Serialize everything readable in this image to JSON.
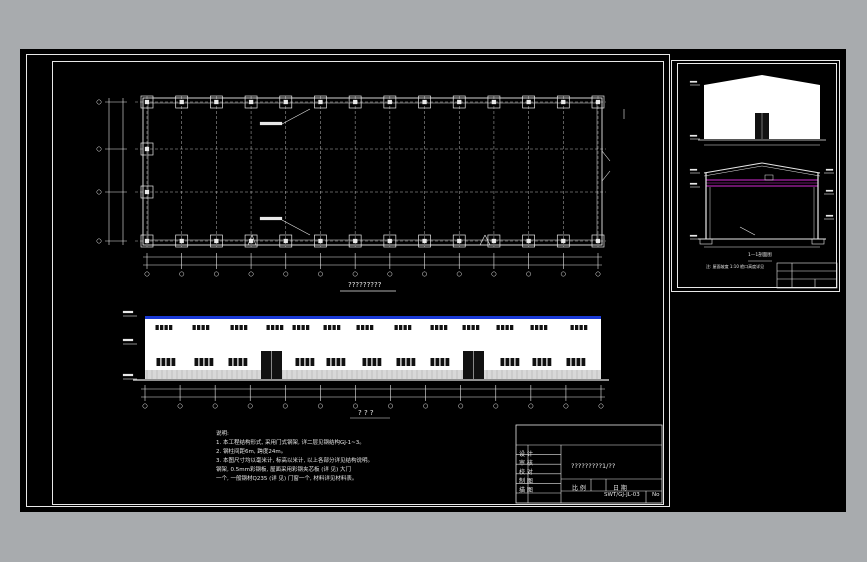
{
  "sheet": {
    "plan_title": "?????????",
    "elevation_title": "? ? ?",
    "sheet_code": "?????????1/??",
    "drawing_number": "SWT/GJ-JL-03",
    "sheet_label": "No"
  },
  "notes": {
    "heading": "说明:",
    "lines": [
      "1. 本工程结构形式, 采用门式钢架, 详二层见钢结构GJ-1~3。",
      "2. 钢柱间距6m, 跨度24m。",
      "3. 本图尺寸均以毫米计, 标高以米计, 以上各部分详见结构说明。",
      "钢架, 0.5mm彩钢板, 屋面采用彩钢夹芯板 (详 见) 大门",
      "一个, 一般钢材Q235 (详 见) 门窗一个, 材料详见材料表。"
    ]
  },
  "title_block": {
    "rows": [
      "设 计",
      "审 核",
      "校 对",
      "制 图",
      "描 图"
    ],
    "scale_label": "比 例",
    "date_label": "日 期"
  },
  "side_sheet": {
    "section_title": "1—1剖面图",
    "note": "注: 屋面坡度 1:10 檐口高度详见"
  },
  "colors": {
    "background": "#a8abae",
    "canvas": "#000000",
    "line": "#e8e8e8",
    "roof_band": "#1a3ad6",
    "magenta": "#d52ad5"
  }
}
